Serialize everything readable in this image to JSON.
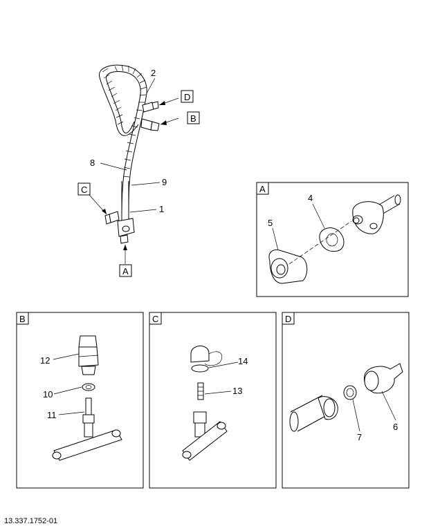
{
  "callouts": {
    "main": [
      "2",
      "8",
      "9",
      "1"
    ],
    "detail_a": [
      "4",
      "5"
    ],
    "detail_b": [
      "12",
      "10",
      "11"
    ],
    "detail_c": [
      "14",
      "13"
    ],
    "detail_d": [
      "6",
      "7"
    ]
  },
  "view_tags": {
    "d": "D",
    "b": "B",
    "c": "C",
    "a": "A"
  },
  "panel_tags": {
    "a": "A",
    "b": "B",
    "c": "C",
    "d": "D"
  },
  "footer": {
    "figure_id": "13.337.1752-01"
  }
}
